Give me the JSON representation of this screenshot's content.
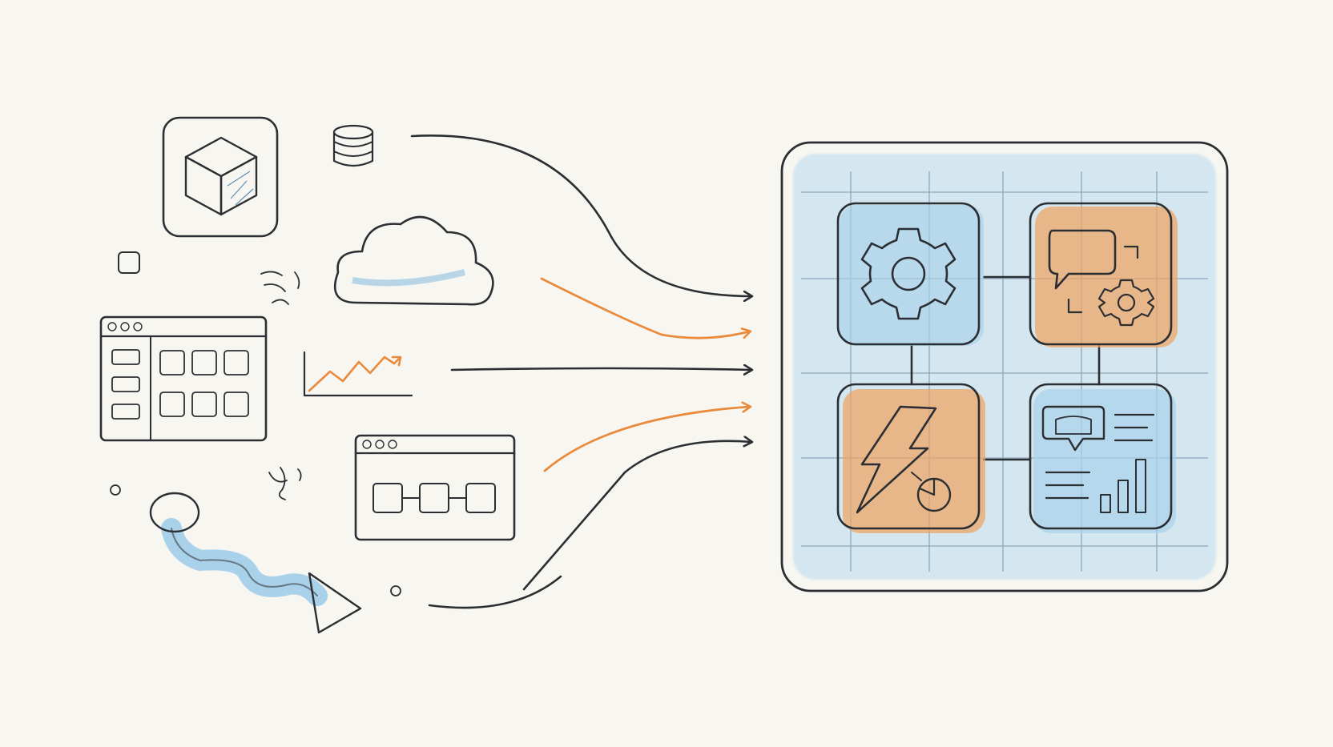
{
  "colors": {
    "background": "#f7f6f1",
    "ink": "#2b2f33",
    "blue": "#a9d1ea",
    "blue_dark": "#7fb6da",
    "orange": "#f0a35e",
    "panel": "#f4f3ee"
  },
  "sources": [
    {
      "name": "cube-card",
      "icon": "cube-icon"
    },
    {
      "name": "database",
      "icon": "database-icon"
    },
    {
      "name": "cloud",
      "icon": "cloud-icon"
    },
    {
      "name": "dashboard-window",
      "icon": "browser-window-icon"
    },
    {
      "name": "trend-chart",
      "icon": "line-chart-icon"
    },
    {
      "name": "workflow-window",
      "icon": "flow-window-icon"
    },
    {
      "name": "winding-path",
      "icon": "curvy-arrow-icon"
    }
  ],
  "flow_arrows": [
    {
      "color": "ink"
    },
    {
      "color": "orange"
    },
    {
      "color": "ink"
    },
    {
      "color": "orange"
    },
    {
      "color": "ink"
    },
    {
      "color": "ink"
    }
  ],
  "hub": {
    "tiles": [
      {
        "icon": "gear-icon",
        "accent": "blue"
      },
      {
        "icon": "chat-gear-icon",
        "accent": "orange"
      },
      {
        "icon": "lightning-pie-icon",
        "accent": "orange"
      },
      {
        "icon": "report-chart-icon",
        "accent": "blue"
      }
    ]
  }
}
